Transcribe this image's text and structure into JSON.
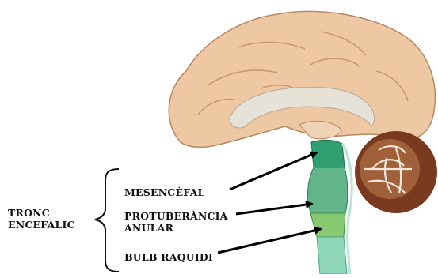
{
  "labels": {
    "tronc_line1": "TRONC",
    "tronc_line2": "ENCEFÀLIC",
    "mesencefal": "MESENCÈFAL",
    "protuberancia_line1": "PROTUBERÀNCIA",
    "protuberancia_line2": "ANULAR",
    "bulb": "BULB RAQUIDI"
  },
  "colors": {
    "cortex": "#edc8a3",
    "cortex_stroke": "#b58a64",
    "white_matter": "#e6e2d8",
    "brainstem_mes": "#2f9e70",
    "brainstem_pons": "#62b489",
    "brainstem_bulb": "#86c870",
    "spinal_cord": "#8fd6b8",
    "cerebellum": "#7a3a1f",
    "arrow": "#000000"
  }
}
